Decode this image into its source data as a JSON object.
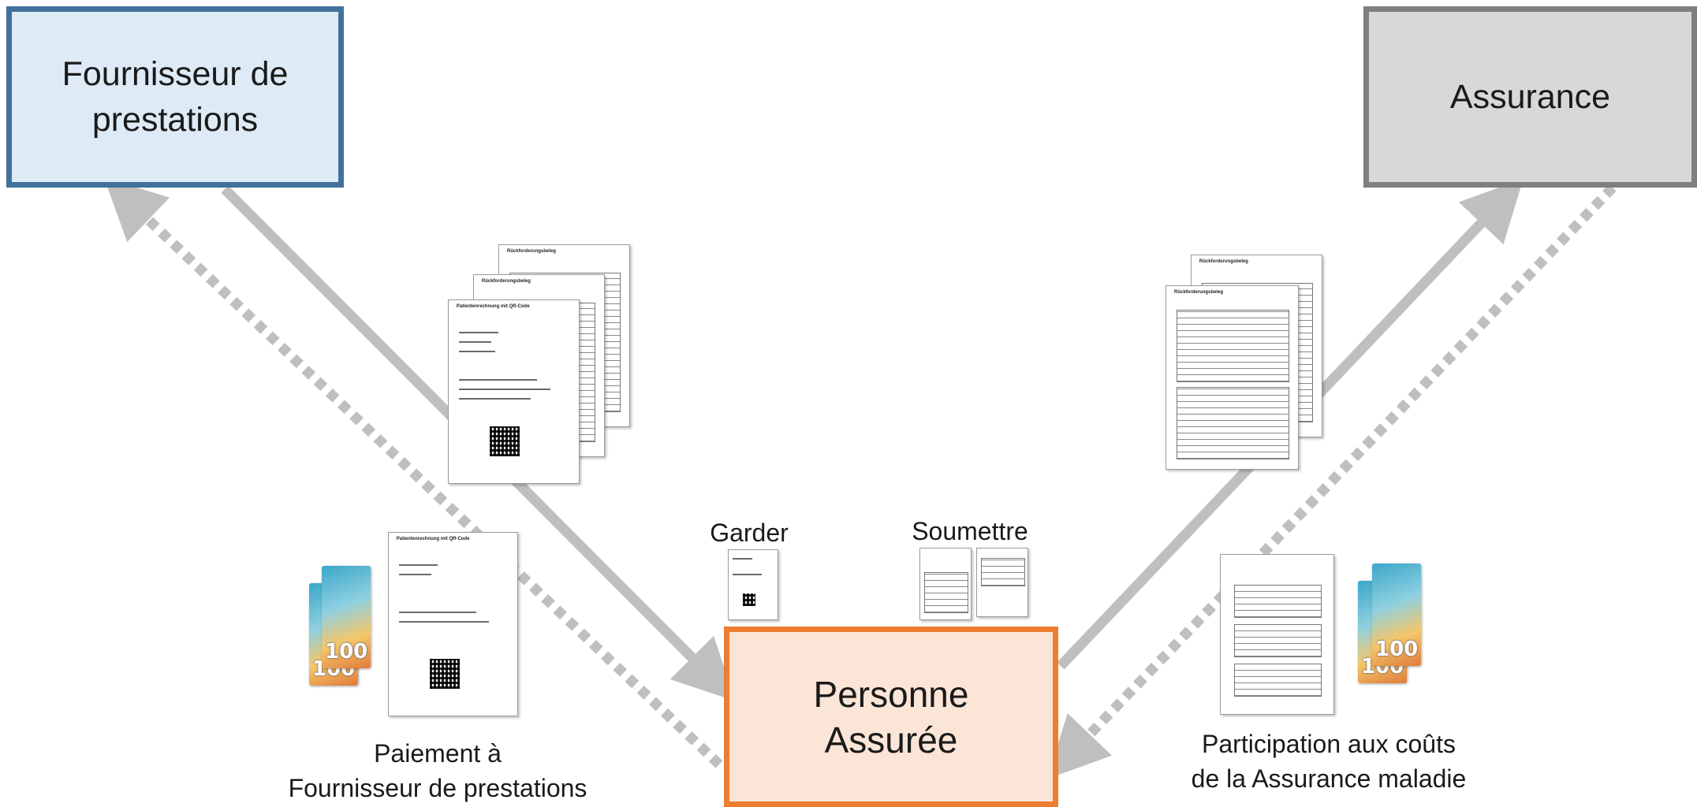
{
  "nodes": {
    "provider": "Fournisseur de\nprestations",
    "insurance": "Assurance",
    "insured": "Personne\nAssurée"
  },
  "labels": {
    "keep": "Garder",
    "submit": "Soumettre",
    "payment": "Paiement à\nFournisseur de prestations",
    "cost_share": "Participation aux coûts\nde la Assurance maladie"
  },
  "documents": {
    "invoice_title": "Patientenrechnung mit QR-Code",
    "statement_title": "Rückforderungsbeleg"
  },
  "banknote_value": "100",
  "colors": {
    "provider_fill": "#deeaf6",
    "provider_border": "#41719c",
    "insurance_fill": "#d8d8d8",
    "insurance_border": "#7f7f7f",
    "insured_fill": "#fbe5d6",
    "insured_border": "#ed7d31",
    "arrow": "#bfbfbf"
  }
}
